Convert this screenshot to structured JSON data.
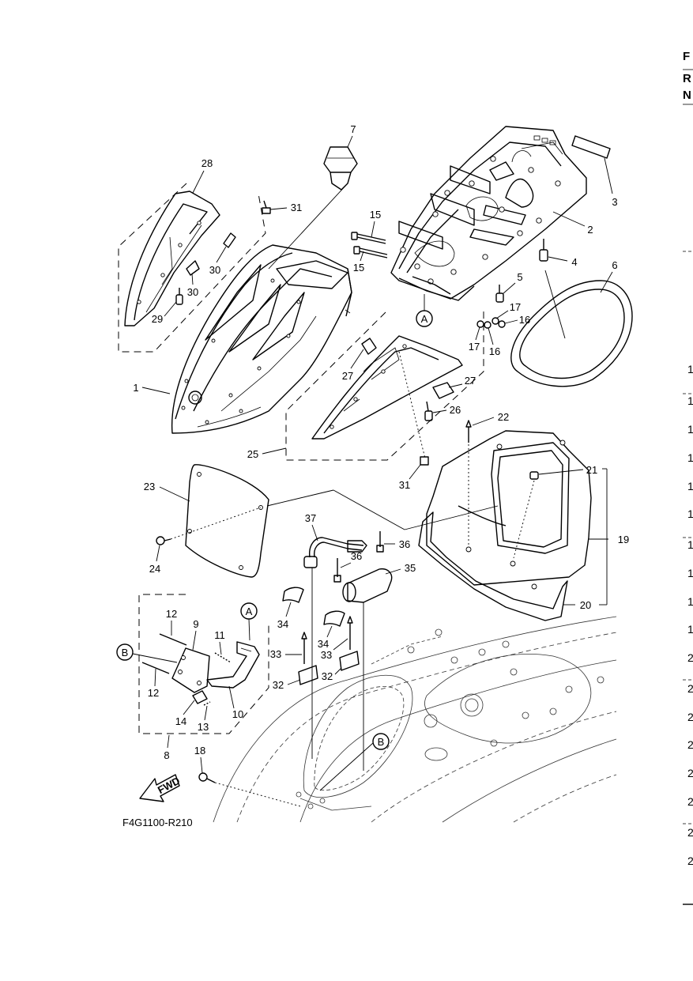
{
  "figure_code": "F4G1100-R210",
  "fwd_label": "FWD",
  "marks": {
    "a": "A",
    "b": "B"
  },
  "edge_text": [
    "F",
    "R",
    "N"
  ],
  "edge_numbers": [
    "1",
    "1",
    "1",
    "1",
    "1",
    "1",
    "1",
    "1",
    "1",
    "1",
    "2",
    "2",
    "2",
    "2",
    "2",
    "2",
    "2",
    "2"
  ],
  "callouts": {
    "c1": "1",
    "c2": "2",
    "c3": "3",
    "c4": "4",
    "c5": "5",
    "c6": "6",
    "c7": "7",
    "c8": "8",
    "c9": "9",
    "c10": "10",
    "c11": "11",
    "c12a": "12",
    "c12b": "12",
    "c13": "13",
    "c14": "14",
    "c15a": "15",
    "c15b": "15",
    "c16a": "16",
    "c16b": "16",
    "c17a": "17",
    "c17b": "17",
    "c18": "18",
    "c19": "19",
    "c20": "20",
    "c21": "21",
    "c22": "22",
    "c23": "23",
    "c24": "24",
    "c25": "25",
    "c26": "26",
    "c27a": "27",
    "c27b": "27",
    "c28": "28",
    "c29": "29",
    "c30a": "30",
    "c30b": "30",
    "c31a": "31",
    "c31b": "31",
    "c32a": "32",
    "c32b": "32",
    "c33a": "33",
    "c33b": "33",
    "c34a": "34",
    "c34b": "34",
    "c35": "35",
    "c36a": "36",
    "c36b": "36",
    "c37": "37"
  }
}
